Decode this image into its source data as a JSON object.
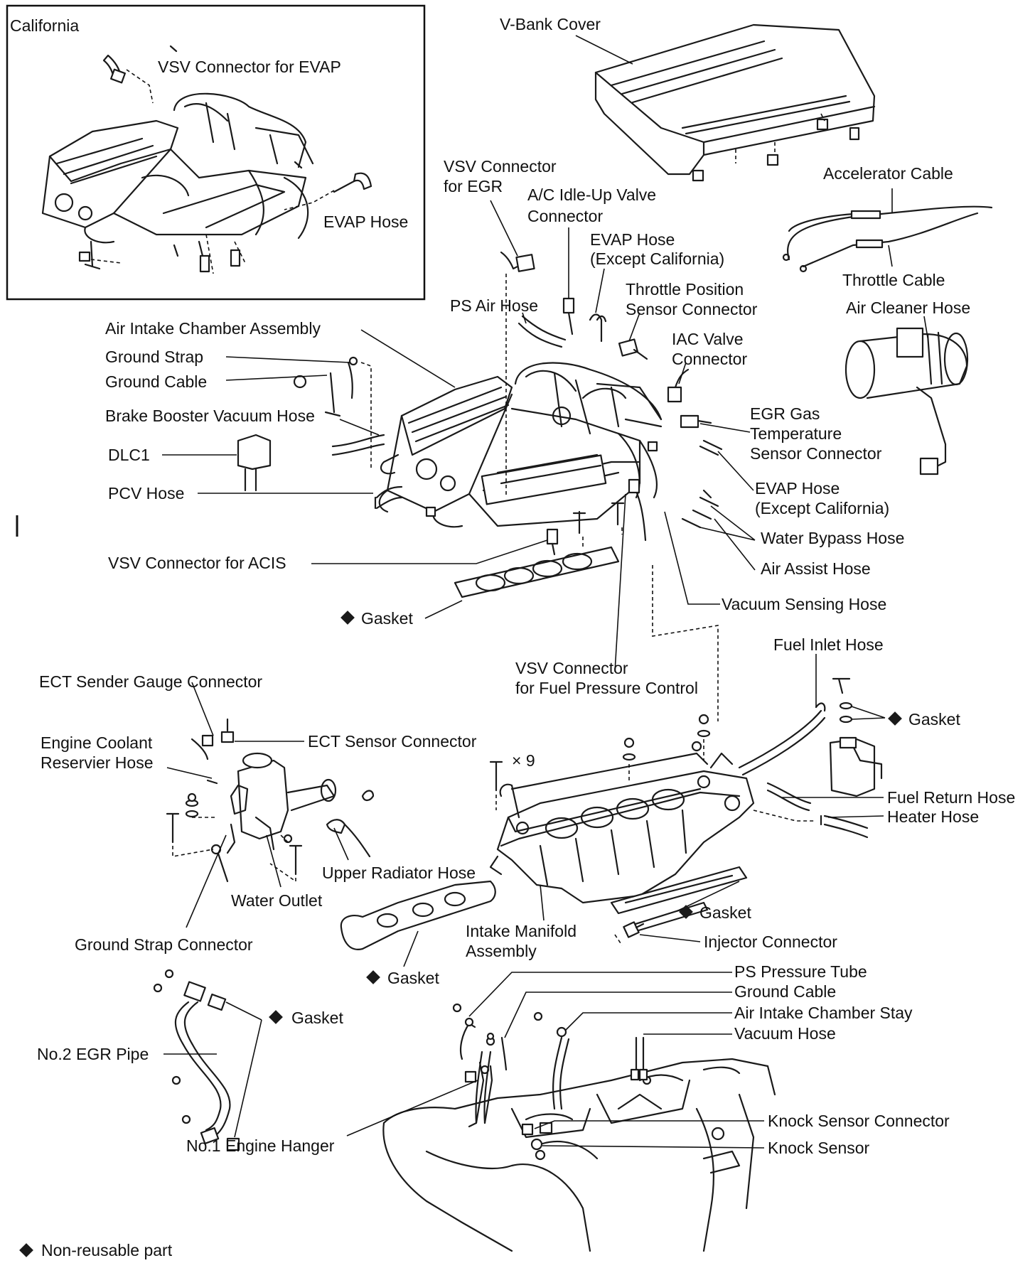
{
  "inset_title": "California",
  "legend": {
    "symbol": "◆",
    "text": "Non-reusable part"
  },
  "labels": {
    "vsv_evap": "VSV Connector for EVAP",
    "evap_hose_ca": "EVAP Hose",
    "vbank_cover": "V-Bank Cover",
    "vsv_egr_1": "VSV Connector",
    "vsv_egr_2": "for EGR",
    "ac_idle_1": "A/C Idle-Up Valve",
    "ac_idle_2": "Connector",
    "evap_hose_top_1": "EVAP Hose",
    "evap_hose_top_2": "(Except California)",
    "accelerator_cable": "Accelerator Cable",
    "throttle_cable": "Throttle Cable",
    "tps_1": "Throttle Position",
    "tps_2": "Sensor Connector",
    "ps_air_hose": "PS Air Hose",
    "air_cleaner_hose": "Air Cleaner Hose",
    "air_intake_chamber": "Air Intake Chamber Assembly",
    "iac_1": "IAC Valve",
    "iac_2": "Connector",
    "ground_strap": "Ground Strap",
    "ground_cable": "Ground Cable",
    "egr_temp_1": "EGR Gas",
    "egr_temp_2": "Temperature",
    "egr_temp_3": "Sensor Connector",
    "brake_booster": "Brake Booster Vacuum Hose",
    "dlc1": "DLC1",
    "pcv_hose": "PCV Hose",
    "evap_hose_mid_1": "EVAP Hose",
    "evap_hose_mid_2": "(Except California)",
    "water_bypass": "Water Bypass Hose",
    "air_assist": "Air Assist Hose",
    "vsv_acis": "VSV Connector for ACIS",
    "vacuum_sensing": "Vacuum Sensing Hose",
    "gasket_1": "Gasket",
    "vsv_fpc_1": "VSV Connector",
    "vsv_fpc_2": "for Fuel Pressure Control",
    "fuel_inlet": "Fuel Inlet Hose",
    "ect_sender": "ECT Sender Gauge Connector",
    "gasket_2": "Gasket",
    "engine_coolant_1": "Engine Coolant",
    "engine_coolant_2": "Reservier Hose",
    "ect_sensor": "ECT Sensor Connector",
    "times_nine": "× 9",
    "fuel_return": "Fuel Return Hose",
    "heater_hose": "Heater Hose",
    "upper_radiator": "Upper Radiator Hose",
    "water_outlet": "Water Outlet",
    "gasket_3": "Gasket",
    "intake_manifold_1": "Intake Manifold",
    "intake_manifold_2": "Assembly",
    "injector_connector": "Injector Connector",
    "ground_strap_connector": "Ground Strap Connector",
    "gasket_4": "Gasket",
    "ps_pressure_tube": "PS Pressure Tube",
    "ground_cable_2": "Ground Cable",
    "air_intake_stay": "Air Intake Chamber Stay",
    "vacuum_hose": "Vacuum Hose",
    "gasket_5": "Gasket",
    "no2_egr_pipe": "No.2 EGR Pipe",
    "knock_sensor_connector": "Knock Sensor Connector",
    "knock_sensor": "Knock Sensor",
    "no1_engine_hanger": "No.1 Engine Hanger"
  }
}
